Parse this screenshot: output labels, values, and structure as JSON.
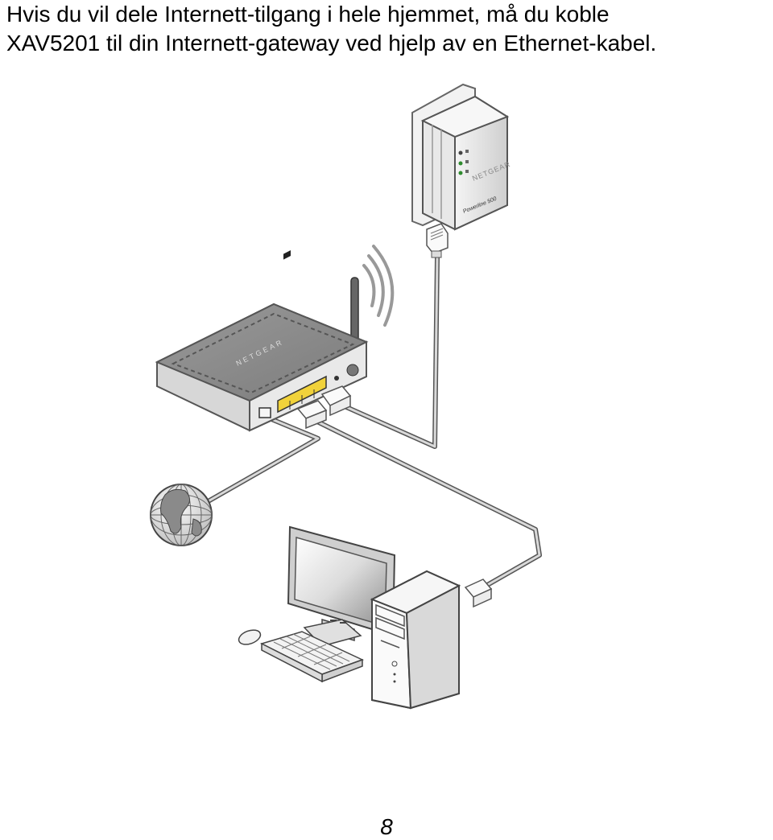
{
  "intro": {
    "line1": "Hvis du vil dele Internett-tilgang i hele hjemmet, må du koble",
    "line2": "XAV5201 til din Internett-gateway ved hjelp av en Ethernet-kabel."
  },
  "router": {
    "brand_logo": "NETGEAR"
  },
  "adapter": {
    "brand_logo": "NETGEAR",
    "product_logo": "Powerline 500"
  },
  "icons": [
    "globe-icon",
    "wifi-signal-icon"
  ],
  "page_number": "8"
}
